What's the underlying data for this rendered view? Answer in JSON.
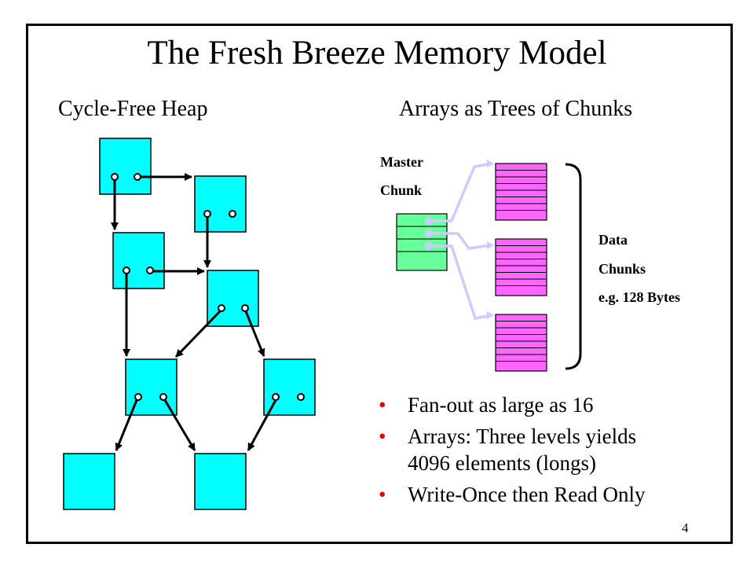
{
  "slide": {
    "title": "The Fresh Breeze Memory Model",
    "left_heading": "Cycle-Free Heap",
    "right_heading": "Arrays as Trees of Chunks",
    "master_chunk_label": [
      "Master",
      "Chunk"
    ],
    "data_chunks_label": [
      "Data",
      "Chunks",
      "e.g. 128 Bytes"
    ],
    "bullets": [
      {
        "lines": [
          "Fan-out as large as 16"
        ]
      },
      {
        "lines": [
          "Arrays: Three levels yields",
          "4096 elements (longs)"
        ]
      },
      {
        "lines": [
          "Write-Once then Read Only"
        ]
      }
    ],
    "page_number": "4"
  },
  "colors": {
    "heap_node_fill": "#00ffff",
    "master_chunk_fill": "#66ff99",
    "data_chunk_fill": "#ff66ff",
    "connector_color": "#ccccff",
    "bullet_color": "#e00000"
  }
}
